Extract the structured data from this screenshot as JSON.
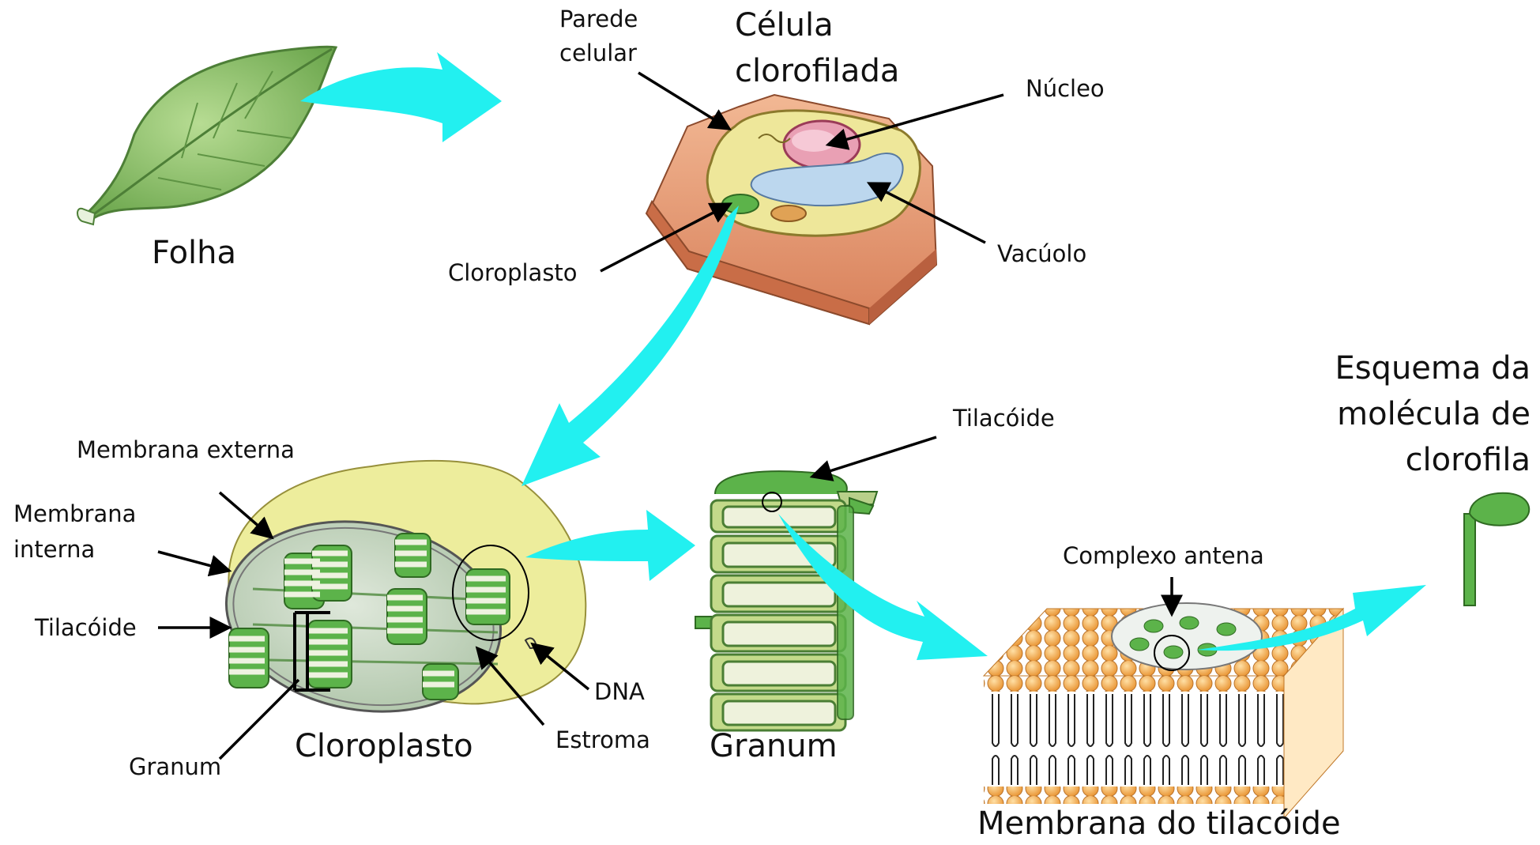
{
  "labels": {
    "folha": "Folha",
    "parede_celular_1": "Parede",
    "parede_celular_2": "celular",
    "celula_1": "Célula",
    "celula_2": "clorofilada",
    "nucleo": "Núcleo",
    "vacuolo": "Vacúolo",
    "cloroplasto_small": "Cloroplasto",
    "membrana_externa": "Membrana externa",
    "membrana_interna_1": "Membrana",
    "membrana_interna_2": "interna",
    "tilacoide_left": "Tilacóide",
    "granum_small": "Granum",
    "cloroplasto_big": "Cloroplasto",
    "dna": "DNA",
    "estroma": "Estroma",
    "tilacoide_top": "Tilacóide",
    "granum_big": "Granum",
    "complexo_antena": "Complexo antena",
    "membrana_tilacoide": "Membrana do tilacóide",
    "esquema_1": "Esquema da",
    "esquema_2": "molécula de",
    "esquema_3": "clorofila"
  },
  "colors": {
    "arrow": "#22f0f0",
    "leaf": "#8cc46a",
    "cell_wall": "#e9a07c",
    "cytoplasm": "#eee79a",
    "nucleus": "#e9a0b4",
    "vacuole": "#bcd7ee",
    "chloroplast_green": "#5cb34a",
    "stroma": "#c8d9c3",
    "outer_envelope": "#eded9c",
    "lipid_head": "#f3a647"
  }
}
